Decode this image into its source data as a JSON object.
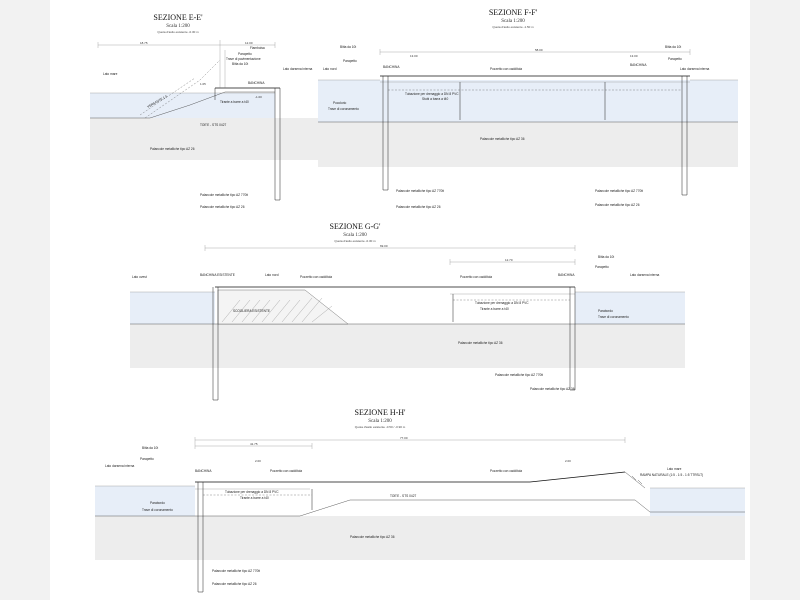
{
  "sections": [
    {
      "id": "E",
      "title": "SEZIONE E-E'",
      "scale": "Scala 1:200",
      "note": "Quota d'asilo esistente -0.30 m",
      "labels": [
        "Lato mare",
        "Fiamboisa",
        "Parapetto",
        "Trave di pavimentazione",
        "Bitta da 10t",
        "Lato darsena interna",
        "BANCHINA",
        "Tirante a barre a t40",
        "TOE'E - STS 0427",
        "Palancole metalliche tipo AZ 26",
        "Palancole metalliche tipo AZ 770tt",
        "Palancole metalliche tipo AZ 26",
        "VERSANTE 1.5"
      ],
      "dims": [
        "18.75",
        "12.00",
        "1.05",
        "-1.00"
      ]
    },
    {
      "id": "F",
      "title": "SEZIONE F-F'",
      "scale": "Scala 1:200",
      "note": "Quota d'asilo esistente -1.50 m",
      "labels": [
        "Bitta da 10t",
        "Parapetto",
        "Lato nord",
        "BANCHINA",
        "Pozzetto con cadditoia",
        "BANCHINA",
        "Bitta da 10t",
        "Parapetto",
        "Lato darsena interna",
        "Pocolorio",
        "Tubazione per drenaggio a DN 8 PVC",
        "Stubi a barra a t40",
        "Trave di coronamento",
        "Palancole metalliche tipo AZ 36",
        "Palancole metalliche tipo AZ 770tt",
        "Palancole metalliche tipo AZ 26",
        "Palancole metalliche tipo AZ 770tt",
        "Palancole metalliche tipo AZ 26"
      ],
      "dims": [
        "58.00",
        "13.00",
        "13.00"
      ]
    },
    {
      "id": "G",
      "title": "SEZIONE G-G'",
      "scale": "Scala 1:200",
      "note": "Quota d'asilo esistente -0.30 m",
      "labels": [
        "Lato ovest",
        "BANCHINA ESISTENTE",
        "Lato nord",
        "Pozzetto con cadditoia",
        "Pozzetto con cadditoia",
        "BANCHINA",
        "Bitta da 10t",
        "Parapetto",
        "Lato darsena interna",
        "SCOGLIERA ESISTENTE",
        "Tubazione per drenaggio a DN 8 PVC",
        "Tirante a barre a t40",
        "Parabordo",
        "Trave di coronamento",
        "Palancole metalliche tipo AZ 36",
        "Palancole metalliche tipo AZ 770tt",
        "Palancole metalliche tipo AZ 36"
      ],
      "dims": [
        "69.00",
        "12.70"
      ]
    },
    {
      "id": "H",
      "title": "SEZIONE H-H'",
      "scale": "Scala 1:200",
      "note": "Quota d'asilo esistente -0.50 / -0.90 m",
      "labels": [
        "Bitta da 10t",
        "Parapetto",
        "Lato darsena interna",
        "BANCHINA",
        "Pozzetto con cadditoia",
        "Pozzetto con cadditoia",
        "Tubazione per drenaggio a DN 8 PVC",
        "Tirante a barre a t40",
        "Parabordo",
        "Trave di coronamento",
        "TOE'E - STS 0427",
        "Lato mare",
        "RAMPA NATURALE (1:5 - 1:5 - 1:5 TTRSLT)",
        "Palancole metalliche tipo AZ 36",
        "Palancole metalliche tipo AZ 770tt",
        "Palancole metalliche tipo AZ 26"
      ],
      "dims": [
        "77.00",
        "41.75",
        "2.00",
        "2.00"
      ]
    }
  ]
}
